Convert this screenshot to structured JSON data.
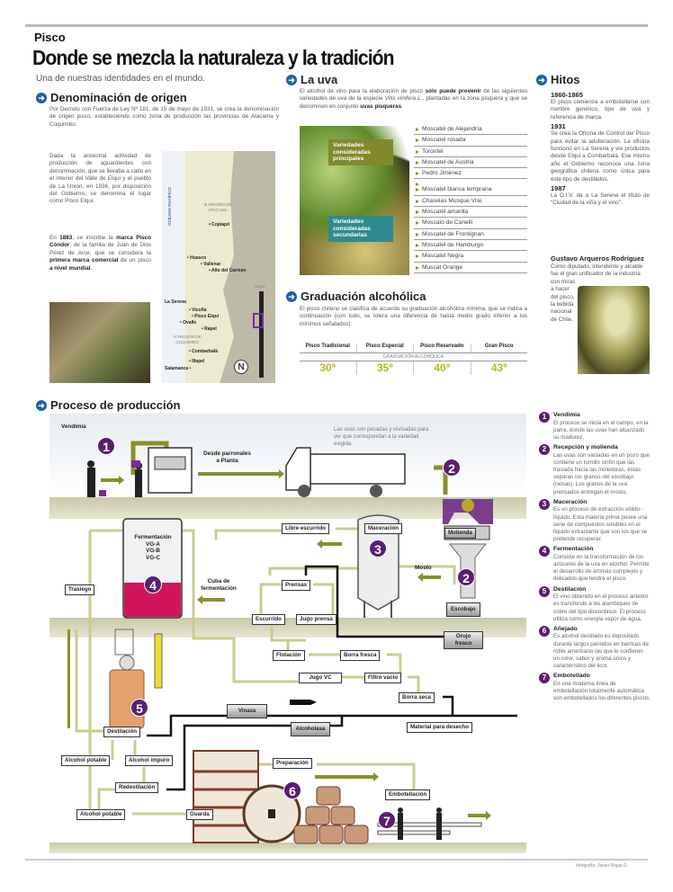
{
  "header": {
    "kicker": "Pisco",
    "title": "Donde se mezcla la naturaleza y la tradición",
    "subtitle": "Una de nuestras identidades en el mundo."
  },
  "denominacion": {
    "title": "Denominación de origen",
    "intro": "Por Decreto con Fuerza de Ley Nº 181, de 15 de mayo de 1931, se crea la denominación de origen pisco, estableciendo como zona de producción las provincias de Atacama y Coquimbo.",
    "para1": "Dada la ancestral actividad de producción de aguardientes con denominación, que se llevaba a cabo en el interior del Valle de Elqui y el pueblo de La Unión, en 1936, por disposición del Gobierno, se denomina el lugar como Pisco Elqui.",
    "para2": {
      "t1": "En ",
      "b1": "1883",
      "t2": ", se inscribe la ",
      "b2": "marca Pisco Cóndor",
      "t3": ", de la familia de Juan de Dios Pérez de Arce, que se considera la ",
      "b3": "primera marca comercial",
      "t4": " de un pisco ",
      "b4": "a nivel mundial",
      "t5": "."
    },
    "map": {
      "ocean": "OCÉANO PACÍFICO",
      "region3": "III REGIÓN DE ATACAMA",
      "region4": "IV REGIÓN DE COQUIMBO",
      "inset": "CHILE",
      "compass": "N",
      "cities": [
        "Copiapó",
        "Huasco",
        "Vallenar",
        "Alto del Carmen",
        "La Serena",
        "Vicuña",
        "Pisco Elqui",
        "Ovalle",
        "Rapel",
        "Combarbalá",
        "Illapel",
        "Salamanca"
      ]
    }
  },
  "uva": {
    "title": "La uva",
    "intro": {
      "t1": "El alcohol de vino para la elaboración de pisco ",
      "b1": "sólo puede provenir",
      "t2": " de las siguientes variedades de uva de la especie ",
      "i1": "Vitis vinifera L.",
      "t3": ", plantadas en la zona pisquera y que se denominan en conjunto ",
      "b2": "uvas pisqueras",
      "t4": "."
    },
    "principales_label": "Variedades consideradas principales",
    "secundarias_label": "Variedades consideradas secundarias",
    "principales": [
      "Moscatel de Alejandría",
      "Moscatel rosada",
      "Torontel",
      "Moscatel de Austria",
      "Pedro Jiménez"
    ],
    "secundarias": [
      "Moscatel blanca temprana",
      "Chaselas Musque Vrai",
      "Moscatel amarilla",
      "Moscato de Canelli",
      "Moscatel de Frontignan",
      "Moscatel de Hamburgo",
      "Moscatel Negra",
      "Muscat Orange"
    ]
  },
  "graduacion": {
    "title": "Graduación alcohólica",
    "intro": "El pisco chileno se clasifica de acuerdo su graduación alcohólica mínima, que se indica a continuación (con todo, se tolera una diferencia de hasta medio grado inferior a los mínimos señalados):",
    "subheader": "GRADUACIÓN ALCOHÓLICA",
    "columns": [
      {
        "name": "Pisco Tradicional",
        "value": "30º"
      },
      {
        "name": "Pisco Especial",
        "value": "35º"
      },
      {
        "name": "Pisco Reservado",
        "value": "40º"
      },
      {
        "name": "Gran Pisco",
        "value": "43º"
      }
    ]
  },
  "hitos": {
    "title": "Hitos",
    "items": [
      {
        "year": "1860-1865",
        "text": "El pisco comienza a embotellarse con nombre genérico, tipo de uva y referencia de marca."
      },
      {
        "year": "1931",
        "text": "Se crea la Oficina de Control del Pisco para evitar la adulteración. La oficina funcionó en La Serena y vio productos desde Elqui a Combarbalá. Ese mismo año el Gobierno reconoce una zona geográfica chilena como única para este tipo de destilados."
      },
      {
        "year": "1987",
        "text": "La O.I.V. da a La Serena el título de \"Ciudad de la viña y el vino\"."
      }
    ],
    "person_name": "Gustavo Arqueros Rodríguez",
    "person_text": "Como diputado, intendente y alcalde fue el gran unificador de la industria con miras a hacer del pisco, la bebida nacional de Chile."
  },
  "proceso": {
    "title": "Proceso de producción",
    "labels": {
      "vendimia": "Vendimia",
      "desde": "Desde parronales a Planta",
      "nota": "Las uvas son pesadas y revisadas para ver que correspondan a la variedad exigida.",
      "libre": "Libre escurrido",
      "maceracion": "Maceración",
      "molienda": "Molienda",
      "fermentacion": "Fermentación",
      "vga": "VG-A",
      "vgb": "VG-B",
      "vgc": "VG-C",
      "cuba": "Cuba de fermentación",
      "trasiego": "Trasiego",
      "prensas": "Prensas",
      "mosto": "Mosto",
      "escobajo": "Escobajo",
      "escurrido": "Escurrido",
      "jugo_prensa": "Jugo prensa",
      "orujo": "Orujo fresco",
      "flotacion": "Flotación",
      "borra_fresca": "Borra fresca",
      "jugo_vc": "Jugo VC",
      "filtro": "Filtro vacio",
      "borra_seca": "Borra seca",
      "vinaza": "Vinaza",
      "alcoholasa": "Alcoholasa",
      "desecho": "Material para desecho",
      "destilacion": "Destilación",
      "alcohol_potable": "Alcohol potable",
      "alcohol_impuro": "Alcohol impuro",
      "redestilacion": "Redestilación",
      "alcohol_potable2": "Alcohol potable",
      "guarda": "Guarda",
      "preparacion": "Preparación",
      "embotellacion": "Embotellación"
    },
    "numbers": [
      "1",
      "2",
      "2",
      "3",
      "4",
      "5",
      "6",
      "7"
    ]
  },
  "pasos": [
    {
      "n": "1",
      "title": "Vendimia",
      "text": "El proceso se inicia en el campo, en la parra, donde las uvas han alcanzado su madurez."
    },
    {
      "n": "2",
      "title": "Recepción y molienda",
      "text": "Las uvas son vaciadas en un pozo que contiene un tornillo sinfín que las traslada hacia las moledoras, éstas separan los granos del escobajo (ramas). Los granos de la uva prensados entregan el mosto."
    },
    {
      "n": "3",
      "title": "Maceración",
      "text": "Es un proceso de extracción sólido - líquido. Esta materia prima posee una serie de compuestos solubles en el líquido extractante que son los que se pretende recuperar."
    },
    {
      "n": "4",
      "title": "Fermentación",
      "text": "Consiste en la transformación de los azúcares de la uva en alcohol. Permite el desarrollo de aromas complejos y delicados que tendrá el pisco."
    },
    {
      "n": "5",
      "title": "Destilación",
      "text": "El vino obtenido en el proceso anterior es transferido a los alambiques de cobre del tipo discontinuo. El proceso utiliza como energía vapor de agua."
    },
    {
      "n": "6",
      "title": "Añejado",
      "text": "Es alcohol destilado es depositado durante largos periodos en barricas de roble americano las que le confieren un color, sabor y aroma único y característico del licor."
    },
    {
      "n": "7",
      "title": "Embotellado",
      "text": "En una moderna línea de embotellación totalmente automática son embotellados los diferentes piscos."
    }
  ],
  "credit": "Infografía: Javier Rojas O.",
  "colors": {
    "accent_blue": "#1f5fa8",
    "purple": "#5a1f6e",
    "olive": "#8a8f2a",
    "teal": "#2f8a8f",
    "grade_yellow": "#b6b820",
    "pipe": "#c9cc8f",
    "wine": "#d0145a"
  }
}
